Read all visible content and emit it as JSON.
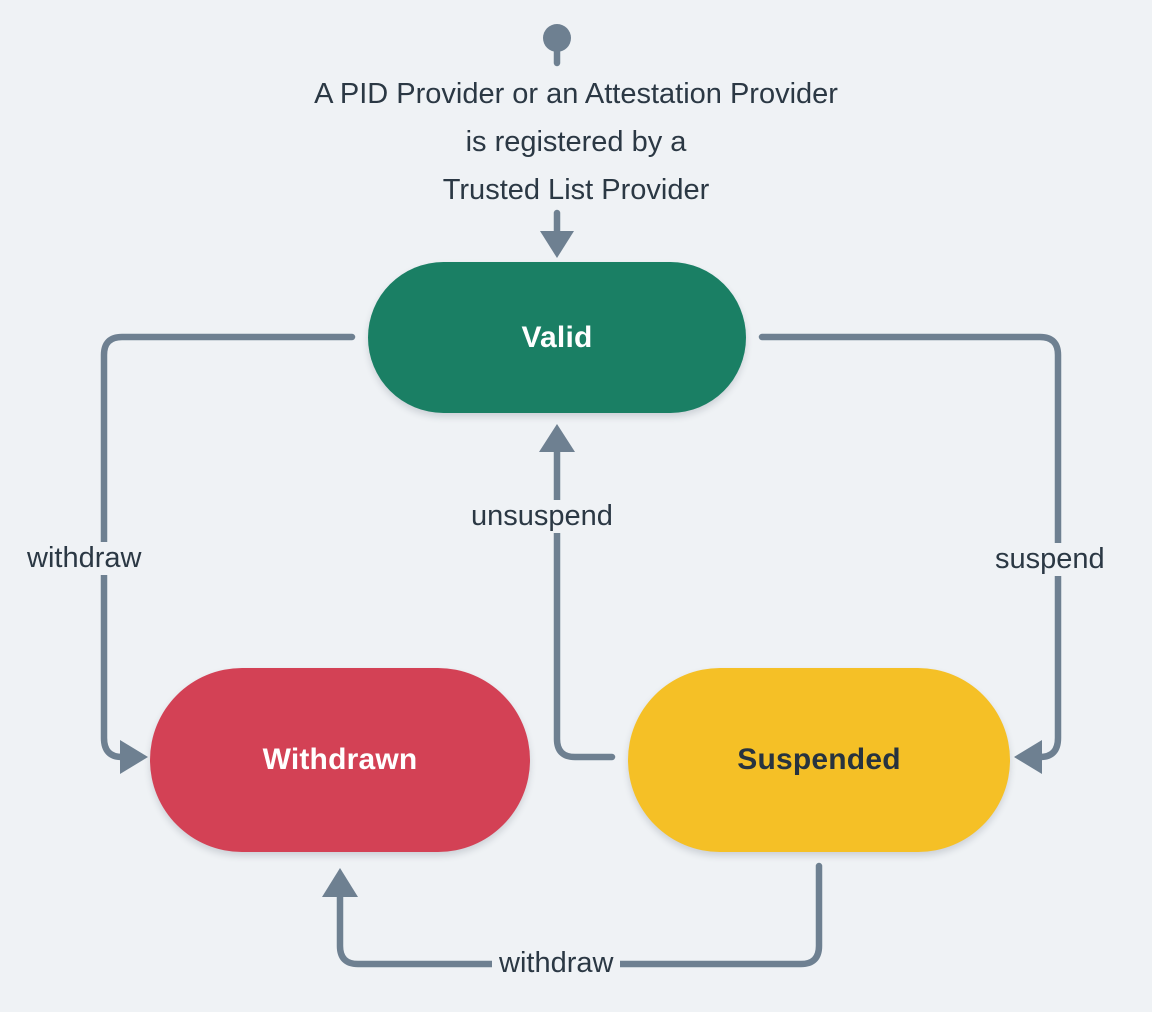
{
  "diagram": {
    "title_caption": "A PID Provider or an Attestation Provider\nis registered by a\nTrusted List Provider",
    "background_color": "#eff2f5",
    "edge_color": "#6e8091",
    "start_marker": "start-node-circle",
    "states": [
      {
        "id": "valid",
        "label": "Valid",
        "fill": "#1a7f64",
        "text_color": "#ffffff"
      },
      {
        "id": "withdrawn",
        "label": "Withdrawn",
        "fill": "#d34155",
        "text_color": "#ffffff"
      },
      {
        "id": "suspended",
        "label": "Suspended",
        "fill": "#f5c026",
        "text_color": "#27333f"
      }
    ],
    "transitions": [
      {
        "id": "valid-to-withdrawn",
        "label": "withdraw",
        "from": "valid",
        "to": "withdrawn"
      },
      {
        "id": "valid-to-suspended",
        "label": "suspend",
        "from": "valid",
        "to": "suspended"
      },
      {
        "id": "suspended-to-valid",
        "label": "unsuspend",
        "from": "suspended",
        "to": "valid"
      },
      {
        "id": "suspended-to-withdrawn",
        "label": "withdraw",
        "from": "suspended",
        "to": "withdrawn"
      },
      {
        "id": "start-to-valid",
        "label": "",
        "from": "start",
        "to": "valid"
      }
    ]
  }
}
